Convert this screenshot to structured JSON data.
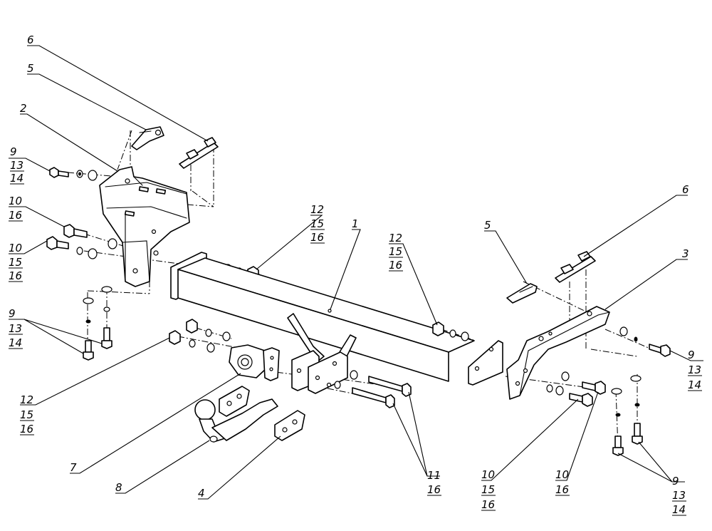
{
  "colors": {
    "line": "#000000",
    "background": "#ffffff"
  },
  "callouts": [
    {
      "id": "c6-left",
      "lines": [
        "6"
      ]
    },
    {
      "id": "c5-left",
      "lines": [
        "5"
      ]
    },
    {
      "id": "c2",
      "lines": [
        "2"
      ]
    },
    {
      "id": "c9-13-14-upper",
      "lines": [
        "9",
        "13",
        "14"
      ]
    },
    {
      "id": "c10-16-left",
      "lines": [
        "10",
        "16"
      ]
    },
    {
      "id": "c10-15-16-left",
      "lines": [
        "10",
        "15",
        "16"
      ]
    },
    {
      "id": "c9-13-14-left",
      "lines": [
        "9",
        "13",
        "14"
      ]
    },
    {
      "id": "c12-15-16-bottom",
      "lines": [
        "12",
        "15",
        "16"
      ]
    },
    {
      "id": "c12-15-16-top",
      "lines": [
        "12",
        "15",
        "16"
      ]
    },
    {
      "id": "c1",
      "lines": [
        "1"
      ]
    },
    {
      "id": "c12-15-16-mid",
      "lines": [
        "12",
        "15",
        "16"
      ]
    },
    {
      "id": "c5-right",
      "lines": [
        "5"
      ]
    },
    {
      "id": "c6-right",
      "lines": [
        "6"
      ]
    },
    {
      "id": "c3",
      "lines": [
        "3"
      ]
    },
    {
      "id": "c9-13-14-right",
      "lines": [
        "9",
        "13",
        "14"
      ]
    },
    {
      "id": "c7",
      "lines": [
        "7"
      ]
    },
    {
      "id": "c8",
      "lines": [
        "8"
      ]
    },
    {
      "id": "c4",
      "lines": [
        "4"
      ]
    },
    {
      "id": "c11-16",
      "lines": [
        "11",
        "16"
      ]
    },
    {
      "id": "c10-15-16-right",
      "lines": [
        "10",
        "15",
        "16"
      ]
    },
    {
      "id": "c10-16-right",
      "lines": [
        "10",
        "16"
      ]
    },
    {
      "id": "c9-13-14-bottom-right",
      "lines": [
        "9",
        "13",
        "14"
      ]
    }
  ]
}
